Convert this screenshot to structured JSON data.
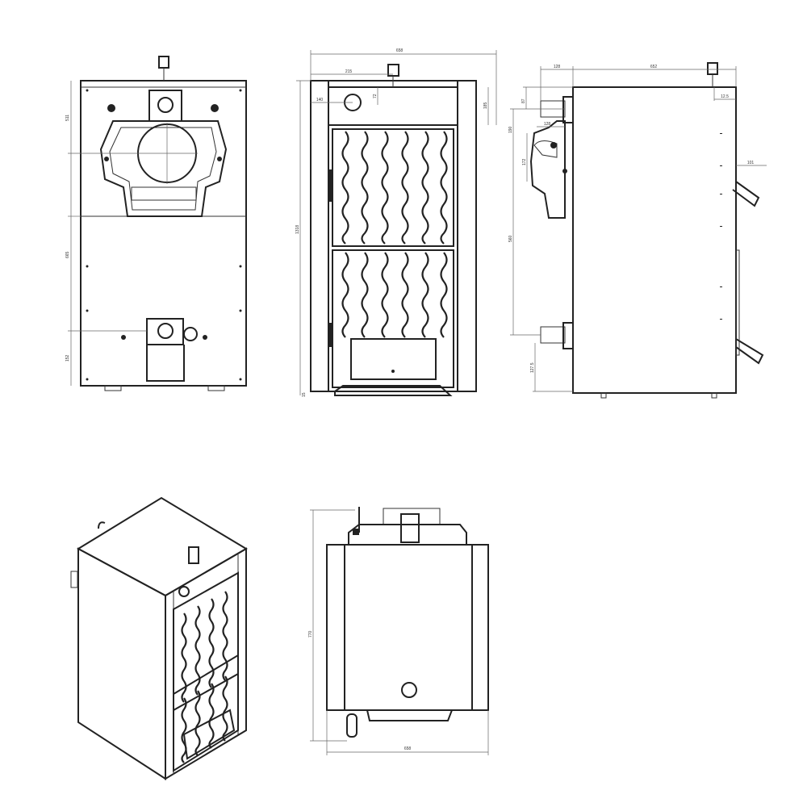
{
  "title": "Boiler technical drawing - dimensional views",
  "views": {
    "front_burner": {
      "dims": {
        "top": "511",
        "middle": "665",
        "bottom": "152"
      }
    },
    "front": {
      "dims": {
        "width": "658",
        "knob_offset": "215",
        "gauge_offset": "140",
        "gauge_height": "72",
        "top_band": "185",
        "height": "1318",
        "foot": "15"
      }
    },
    "side": {
      "dims": {
        "pipe_projection": "128",
        "depth": "652",
        "knob_depth": "12.5",
        "pipe_height": "87",
        "burner_offset": "190",
        "burner_width": "128",
        "burner_height": "172",
        "pipe_spacing": "560",
        "bottom_pipe": "127.5",
        "handle": "101"
      }
    },
    "top": {
      "dims": {
        "depth": "770",
        "width": "658"
      }
    }
  }
}
